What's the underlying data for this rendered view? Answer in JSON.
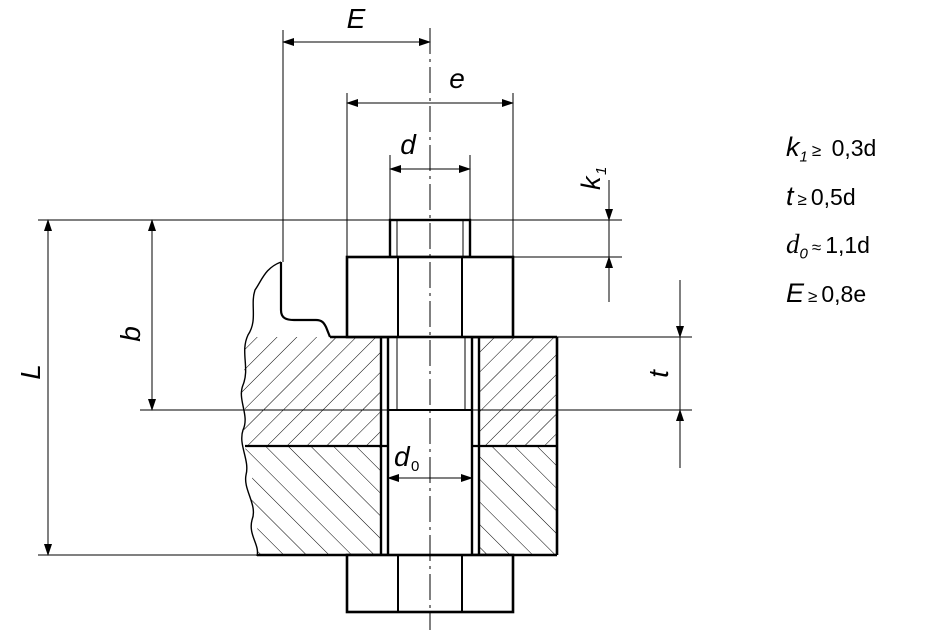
{
  "labels": {
    "E": "E",
    "e": "e",
    "d": "d",
    "k1_main": "k",
    "k1_sub": "1",
    "b": "b",
    "L": "L",
    "t": "t",
    "d0_main": "d",
    "d0_sub": "0"
  },
  "formulas": [
    {
      "var": "k",
      "sub": "1",
      "rel": "≥",
      "val": "0,3d"
    },
    {
      "var": "t",
      "sub": "",
      "rel": "≥",
      "val": "0,5d"
    },
    {
      "var": "d",
      "sub": "0",
      "rel": "≈",
      "val": "1,1d"
    },
    {
      "var": "E",
      "sub": "",
      "rel": "≥",
      "val": "0,8e"
    }
  ]
}
